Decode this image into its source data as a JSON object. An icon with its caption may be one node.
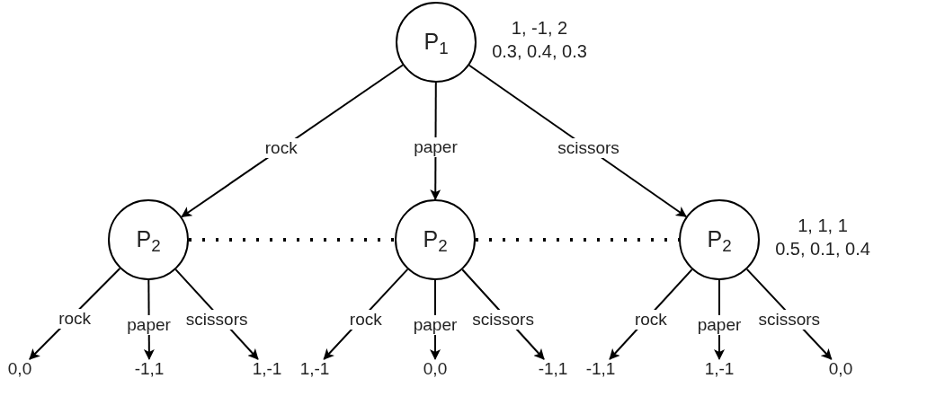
{
  "diagram": {
    "nodes": [
      {
        "text": [
          "P$_{1}$"
        ],
        "beside": [
          "1, -1, 2",
          "0.3, 0.4, 0.3"
        ]
      },
      {
        "text": [
          "P$_{2}$"
        ]
      },
      {
        "text": [
          "P$_{2}$"
        ]
      },
      {
        "text": [
          "P$_{2}$"
        ],
        "beside": [
          "1, 1, 1",
          "0.5, 0.1, 0.4"
        ]
      },
      {
        "text": [
          "0,0"
        ]
      },
      {
        "text": [
          "-1,1"
        ]
      },
      {
        "text": [
          "1,-1"
        ]
      },
      {
        "text": [
          "1,-1"
        ]
      },
      {
        "text": [
          "0,0"
        ]
      },
      {
        "text": [
          "-1,1"
        ]
      },
      {
        "text": [
          "-1,1"
        ]
      },
      {
        "text": [
          "1,-1"
        ]
      },
      {
        "text": [
          "0,0"
        ]
      }
    ],
    "edges": [
      {
        "from": 0,
        "to": 1,
        "arrow": "to",
        "label": "rock"
      },
      {
        "from": 0,
        "to": 2,
        "arrow": "to",
        "label": "paper"
      },
      {
        "from": 0,
        "to": 3,
        "arrow": "to",
        "label": "scissors"
      },
      {
        "from": 1,
        "to": 2,
        "arrow": "none",
        "style": "dashed"
      },
      {
        "from": 2,
        "to": 3,
        "arrow": "none",
        "style": "dashed"
      },
      {
        "from": 1,
        "to": 4,
        "arrow": "to",
        "label": "rock"
      },
      {
        "from": 1,
        "to": 5,
        "arrow": "to",
        "label": "paper"
      },
      {
        "from": 1,
        "to": 6,
        "arrow": "to",
        "label": "scissors"
      },
      {
        "from": 2,
        "to": 7,
        "arrow": "to",
        "label": "rock"
      },
      {
        "from": 2,
        "to": 8,
        "arrow": "to",
        "label": "paper"
      },
      {
        "from": 2,
        "to": 9,
        "arrow": "to",
        "label": "scissors"
      },
      {
        "from": 3,
        "to": 10,
        "arrow": "to",
        "label": "rock"
      },
      {
        "from": 3,
        "to": 11,
        "arrow": "to",
        "label": "paper"
      },
      {
        "from": 3,
        "to": 12,
        "arrow": "to",
        "label": "scissors"
      }
    ]
  }
}
